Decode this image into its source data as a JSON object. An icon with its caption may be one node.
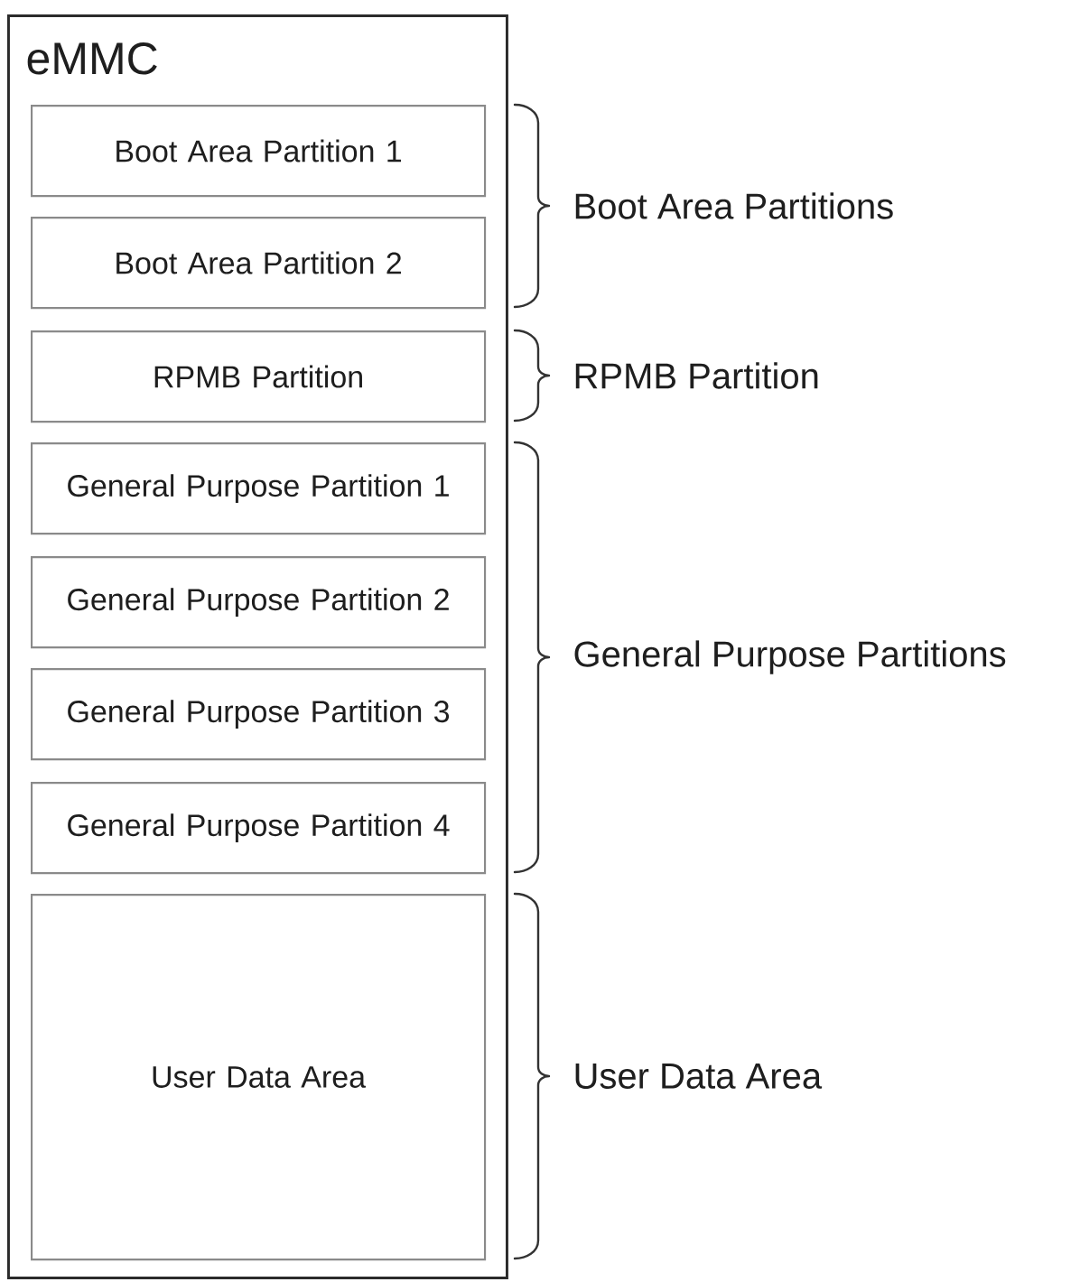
{
  "diagram": {
    "nodes": [
      {
        "text": [
          "eMMC"
        ]
      },
      {
        "text": [
          "Boot Area Partition 1"
        ],
        "in": 0
      },
      {
        "text": [
          "Boot Area Partition 2"
        ],
        "in": 0
      },
      {
        "text": [
          "RPMB Partition"
        ],
        "in": 0
      },
      {
        "text": [
          "General Purpose Partition 1"
        ],
        "in": 0
      },
      {
        "text": [
          "General Purpose Partition 2"
        ],
        "in": 0
      },
      {
        "text": [
          "General Purpose Partition 3"
        ],
        "in": 0
      },
      {
        "text": [
          "General Purpose Partition 4"
        ],
        "in": 0
      },
      {
        "text": [
          "User Data Area"
        ],
        "in": 0
      }
    ],
    "labels": [
      "Boot Area Partitions",
      "RPMB Partition",
      "General Purpose Partitions",
      "User Data Area"
    ]
  }
}
